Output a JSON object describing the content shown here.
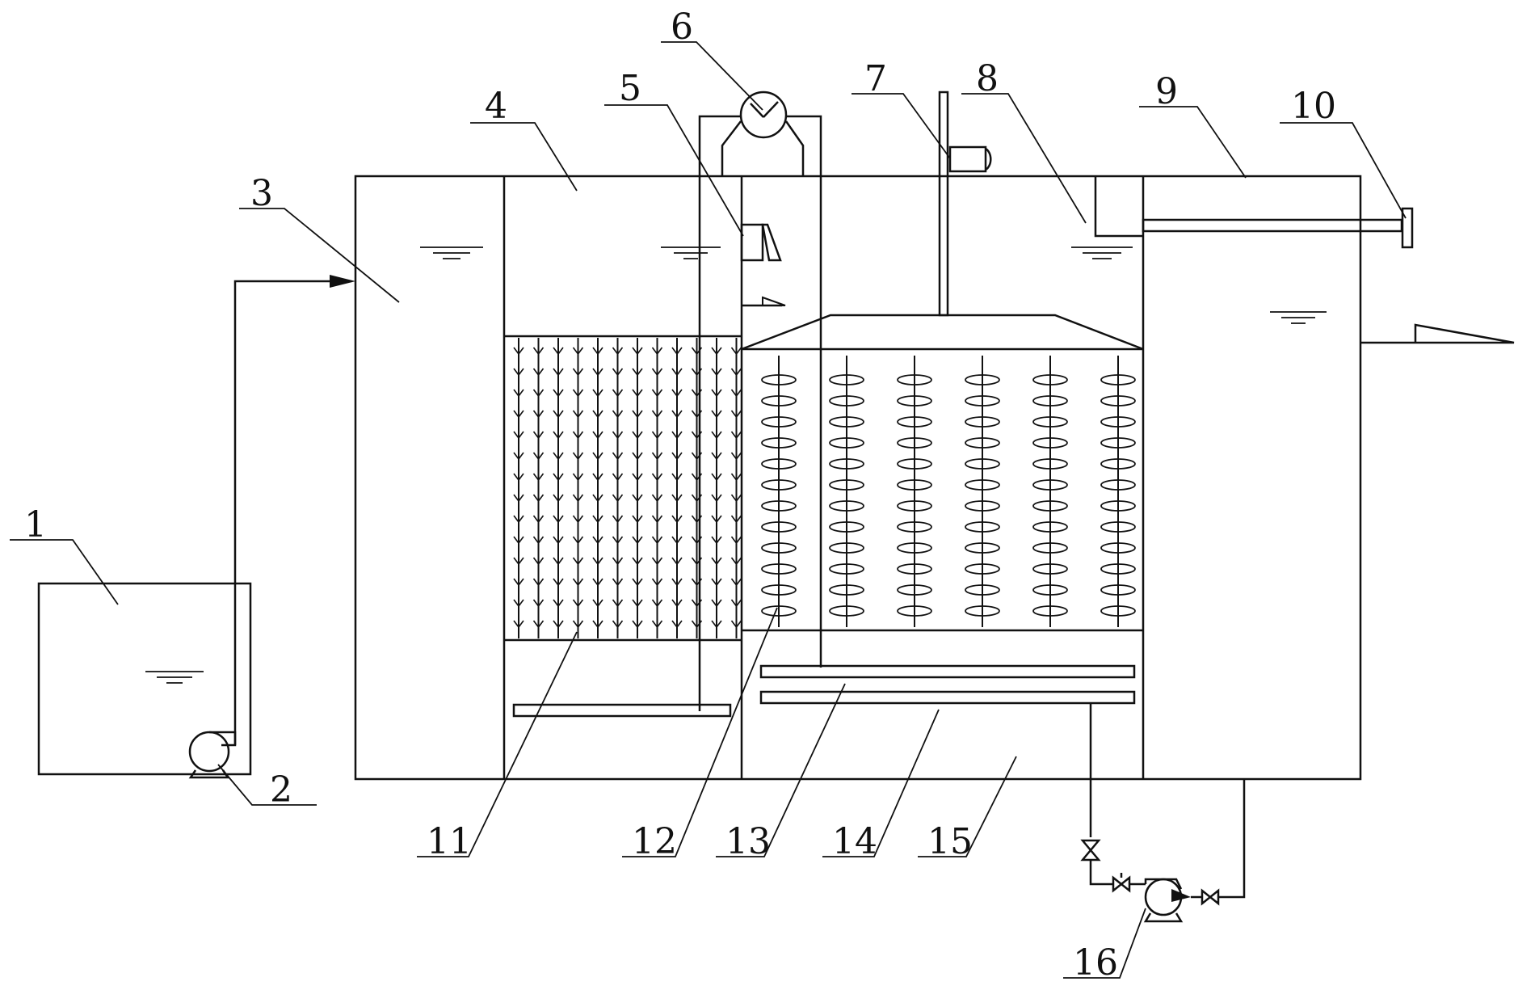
{
  "labels": [
    "1",
    "2",
    "3",
    "4",
    "5",
    "6",
    "7",
    "8",
    "9",
    "10",
    "11",
    "12",
    "13",
    "14",
    "15",
    "16"
  ],
  "colors": {
    "line": "#111111",
    "background": "#ffffff"
  }
}
